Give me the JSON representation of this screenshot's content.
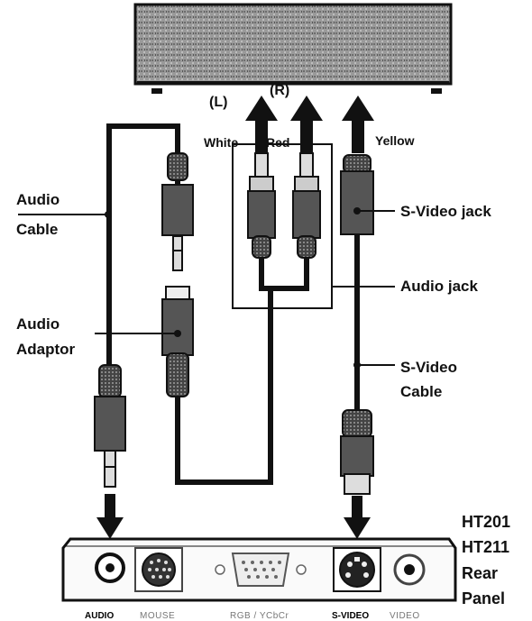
{
  "device": {
    "left_channel": "(L)",
    "right_channel": "(R)",
    "color_white": "White",
    "color_red": "Red",
    "color_yellow": "Yellow"
  },
  "callouts": {
    "audio_cable_line1": "Audio",
    "audio_cable_line2": "Cable",
    "audio_adaptor_line1": "Audio",
    "audio_adaptor_line2": "Adaptor",
    "svideo_jack": "S-Video jack",
    "audio_jack": "Audio jack",
    "svideo_cable_line1": "S-Video",
    "svideo_cable_line2": "Cable"
  },
  "rear_panel": {
    "model_line1": "HT201",
    "model_line2": "HT211",
    "title_line1": "Rear",
    "title_line2": "Panel",
    "ports": {
      "audio": "AUDIO",
      "mouse": "MOUSE",
      "rgb": "RGB / YCbCr",
      "svideo": "S-VIDEO",
      "video": "VIDEO"
    }
  },
  "colors": {
    "ink": "#111111",
    "device_fill": "#8a8a8a",
    "plug_fill": "#555555"
  }
}
